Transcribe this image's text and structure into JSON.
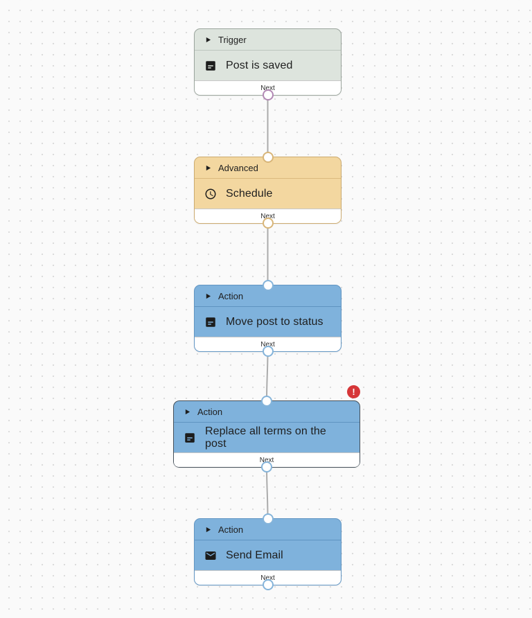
{
  "palette": {
    "canvas-bg": "#fafafa",
    "dot": "#dcdcdc",
    "text": "#1e1e1e",
    "connector": "#ababab",
    "footer-bg": "#ffffff",
    "trigger-bg": "#dde4dd",
    "trigger-border": "#9ba59d",
    "trigger-divider": "#bdc6be",
    "trigger-port": "#b288b4",
    "advanced-bg": "#f3d7a0",
    "advanced-border": "#ccab70",
    "advanced-divider": "#dcba7e",
    "advanced-port": "#d8b578",
    "action-bg": "#7fb2dc",
    "action-border": "#6195c3",
    "action-divider": "#5e93c0",
    "action-port": "#85b4da",
    "selected-border": "#45505a",
    "error": "#d63638"
  },
  "workflow": {
    "nodes": [
      {
        "id": "post-is-saved",
        "kind": "trigger",
        "type_label": "Trigger",
        "title": "Post is saved",
        "icon": "document-icon",
        "next_label": "Next",
        "selected": false,
        "has_error": false
      },
      {
        "id": "schedule",
        "kind": "advanced",
        "type_label": "Advanced",
        "title": "Schedule",
        "icon": "clock-icon",
        "next_label": "Next",
        "selected": false,
        "has_error": false
      },
      {
        "id": "move-post-to-status",
        "kind": "action",
        "type_label": "Action",
        "title": "Move post to status",
        "icon": "document-icon",
        "next_label": "Next",
        "selected": false,
        "has_error": false
      },
      {
        "id": "replace-all-terms",
        "kind": "action",
        "type_label": "Action",
        "title": "Replace all terms on the post",
        "icon": "document-icon",
        "next_label": "Next",
        "selected": true,
        "has_error": true
      },
      {
        "id": "send-email",
        "kind": "action",
        "type_label": "Action",
        "title": "Send Email",
        "icon": "email-icon",
        "next_label": "Next",
        "selected": false,
        "has_error": false
      }
    ],
    "error_badge": {
      "symbol": "!"
    }
  }
}
